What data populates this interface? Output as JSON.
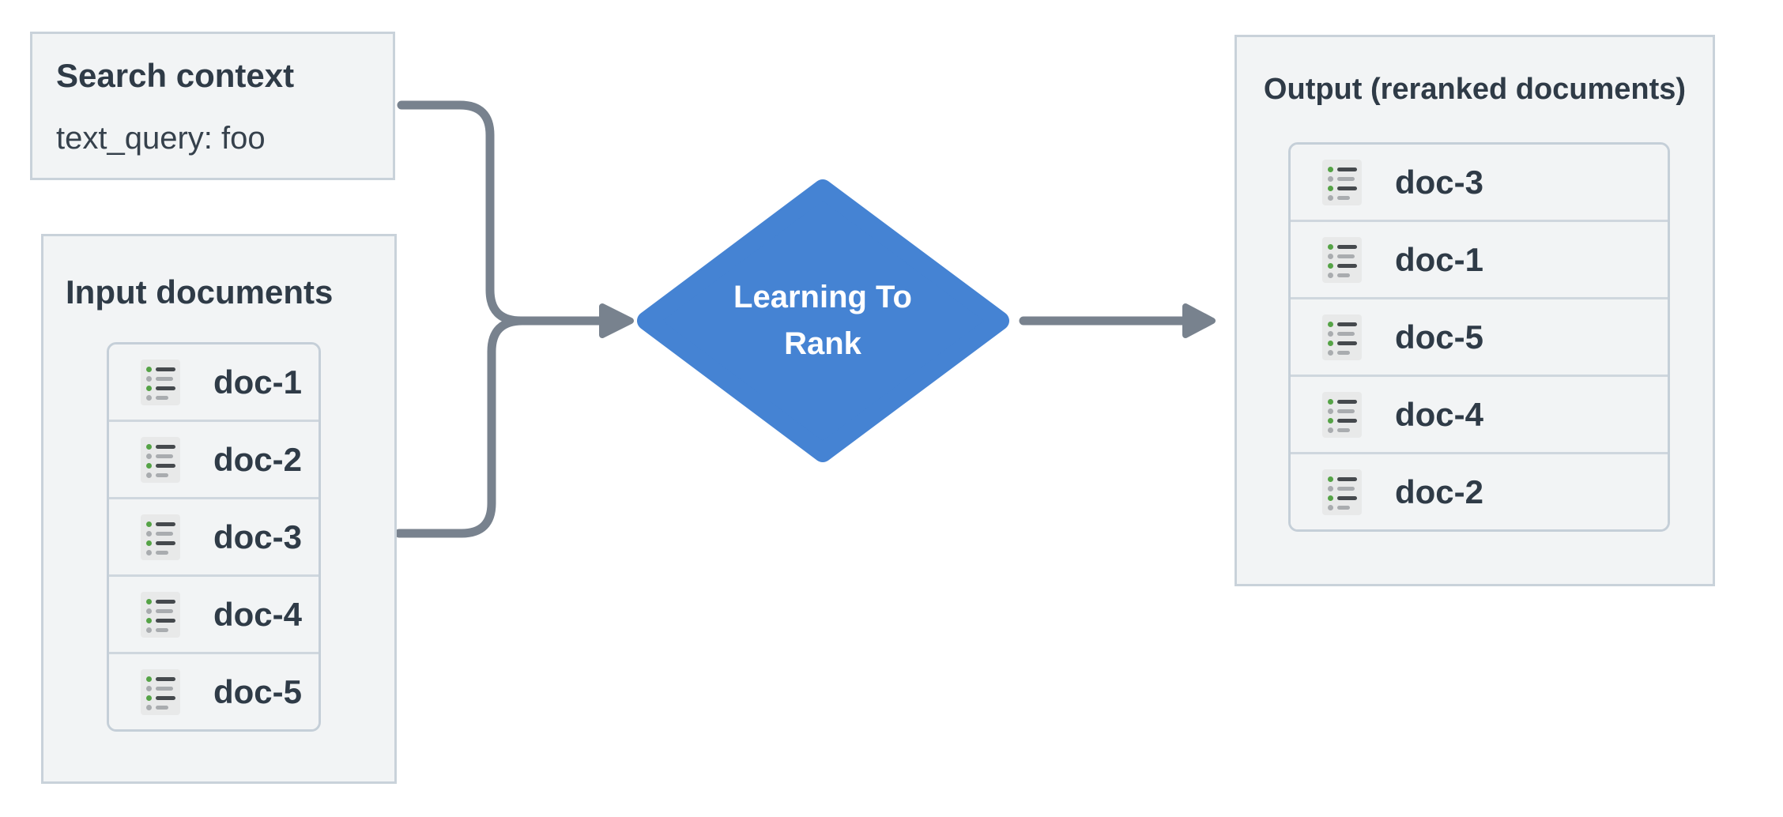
{
  "search_context_box": {
    "title": "Search context",
    "query": "text_query: foo"
  },
  "input_box": {
    "title": "Input documents",
    "docs": [
      "doc-1",
      "doc-2",
      "doc-3",
      "doc-4",
      "doc-5"
    ]
  },
  "process": {
    "label": "Learning To Rank"
  },
  "output_box": {
    "title": "Output (reranked documents)",
    "docs": [
      "doc-3",
      "doc-1",
      "doc-5",
      "doc-4",
      "doc-2"
    ]
  },
  "icons": {
    "doc_icon": "bulleted-list-icon",
    "arrow_icon": "right-arrow-icon"
  },
  "colors": {
    "diamond_blue": "#4583d3",
    "connector_gray": "#78828e",
    "box_fill": "#f2f4f5",
    "box_border": "#c9d2da",
    "text_dark": "#2f3b47",
    "icon_green": "#55a346",
    "icon_gray": "#a9acaf",
    "icon_dark": "#45494d"
  }
}
